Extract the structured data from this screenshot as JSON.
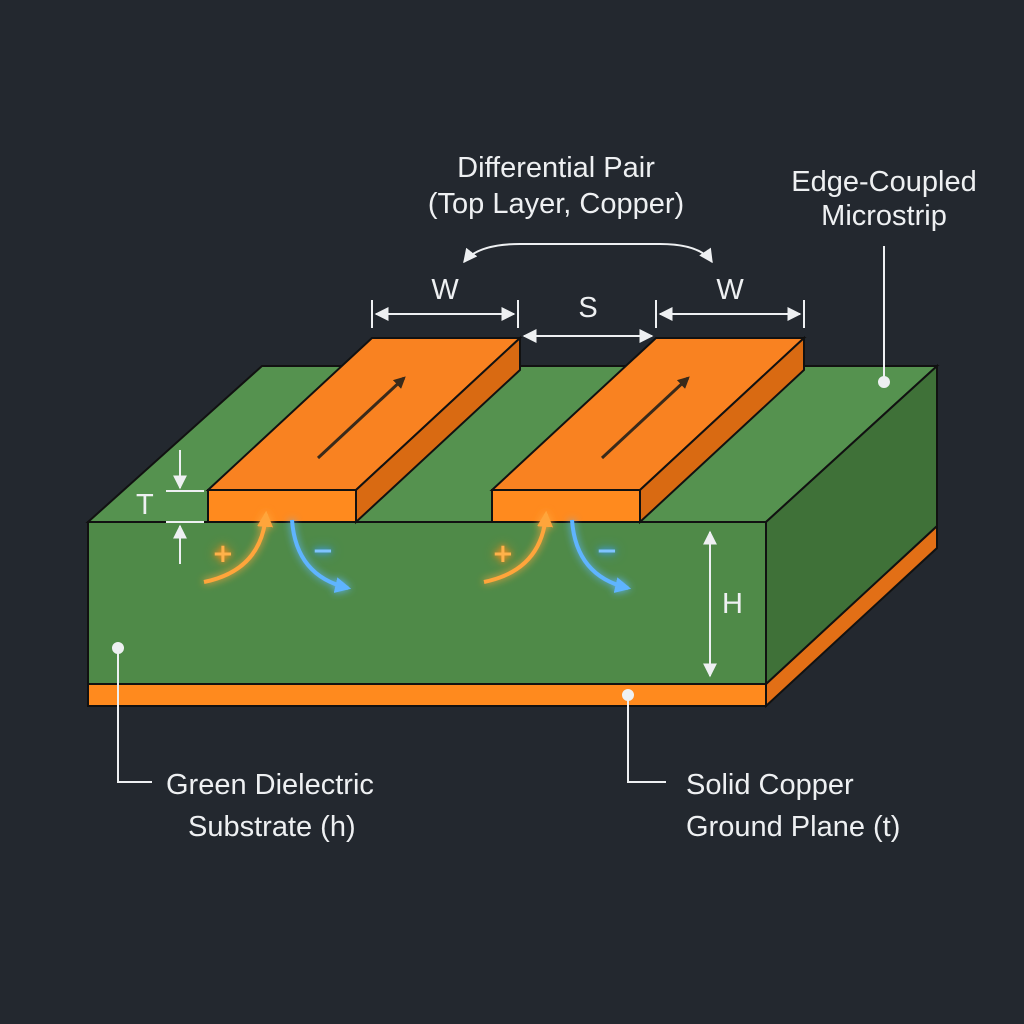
{
  "labels": {
    "pair_line1": "Differential Pair",
    "pair_line2": "(Top Layer, Copper)",
    "type_line1": "Edge-Coupled",
    "type_line2": "Microstrip",
    "width_left": "W",
    "spacing": "S",
    "width_right": "W",
    "thickness": "T",
    "height": "H",
    "substrate_line1": "Green Dielectric",
    "substrate_line2": "Substrate (h)",
    "ground_line1": "Solid Copper",
    "ground_line2": "Ground Plane (t)",
    "plus_left": "+",
    "minus_left": "−",
    "plus_right": "+",
    "minus_right": "−"
  },
  "colors": {
    "background": "#23282f",
    "dielectric_top": "#55924f",
    "dielectric_front": "#4f8a48",
    "dielectric_side": "#3f7138",
    "copper_top": "#f98221",
    "copper_front": "#ff8a1e",
    "copper_side": "#d96a12",
    "annotation": "#eef0f2",
    "positive_current": "#ffa53a",
    "negative_current": "#5fb4ff"
  }
}
